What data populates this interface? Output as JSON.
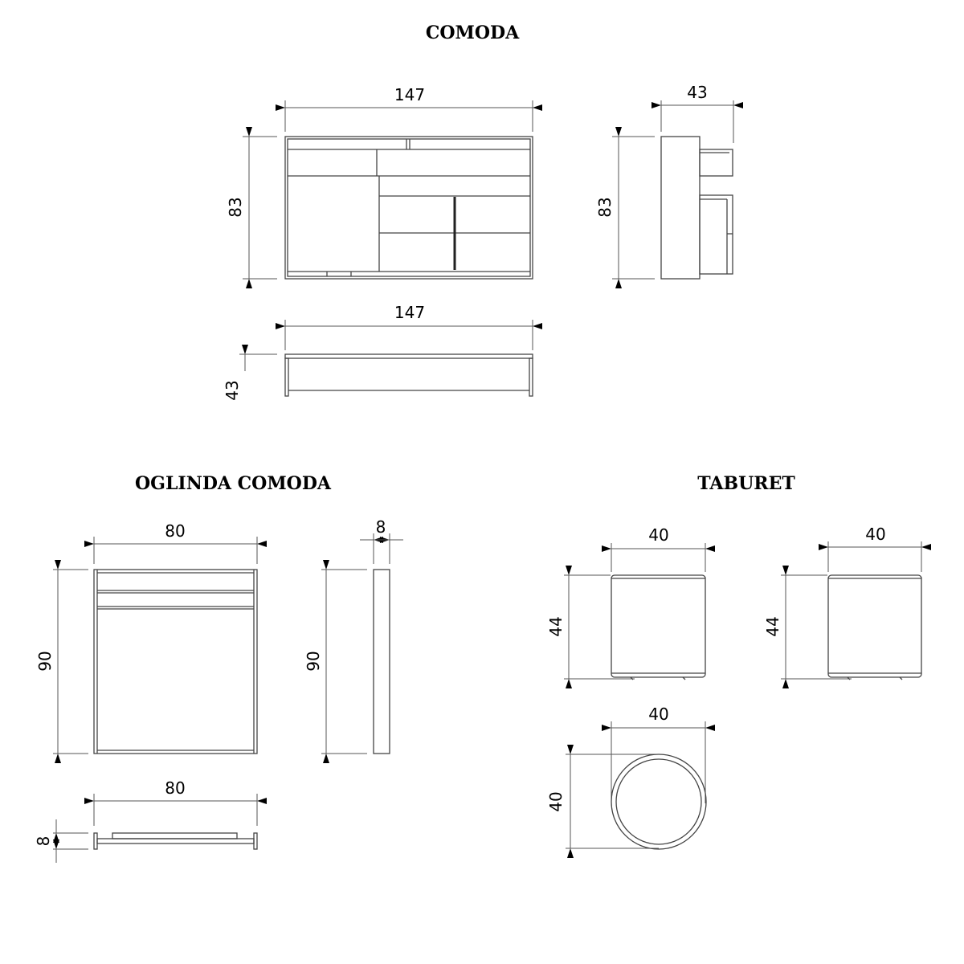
{
  "comoda": {
    "title": "COMODA",
    "front_width": "147",
    "front_height": "83",
    "side_depth": "43",
    "side_height": "83",
    "top_width": "147",
    "top_depth": "43"
  },
  "oglinda": {
    "title": "OGLINDA COMODA",
    "front_width": "80",
    "front_height": "90",
    "side_depth": "8",
    "side_height": "90",
    "top_width": "80",
    "top_depth": "8"
  },
  "taburet": {
    "title": "TABURET",
    "front_width": "40",
    "front_height": "44",
    "side_width": "40",
    "side_height": "44",
    "top_width": "40",
    "top_depth": "40"
  },
  "colors": {
    "line": "#444444",
    "background": "#ffffff"
  }
}
